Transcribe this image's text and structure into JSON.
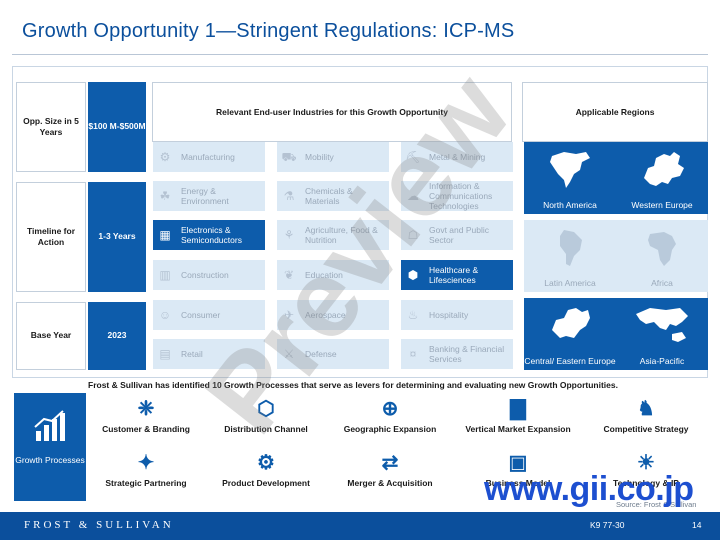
{
  "title": "Growth Opportunity 1—Stringent Regulations: ICP-MS",
  "left_labels": [
    {
      "label": "Opp. Size in 5 Years",
      "value": "$100 M-$500M"
    },
    {
      "label": "Timeline for Action",
      "value": "1-3 Years"
    },
    {
      "label": "Base Year",
      "value": "2023"
    }
  ],
  "industries_header": "Relevant End-user Industries for this Growth Opportunity",
  "regions_header": "Applicable Regions",
  "industries": [
    {
      "label": "Manufacturing",
      "icon": "factory-icon",
      "glyph": "⚙",
      "active": false
    },
    {
      "label": "Mobility",
      "icon": "truck-icon",
      "glyph": "⛟",
      "active": false
    },
    {
      "label": "Metal & Mining",
      "icon": "mining-icon",
      "glyph": "⛏",
      "active": false
    },
    {
      "label": "Energy & Environment",
      "icon": "energy-icon",
      "glyph": "☘",
      "active": false
    },
    {
      "label": "Chemicals & Materials",
      "icon": "flask-icon",
      "glyph": "⚗",
      "active": false
    },
    {
      "label": "Information & Communications Technologies",
      "icon": "network-icon",
      "glyph": "☁",
      "active": false
    },
    {
      "label": "Electronics & Semiconductors",
      "icon": "chip-icon",
      "glyph": "▦",
      "active": true
    },
    {
      "label": "Agriculture, Food & Nutrition",
      "icon": "tractor-icon",
      "glyph": "⚘",
      "active": false
    },
    {
      "label": "Govt and Public Sector",
      "icon": "government-icon",
      "glyph": "☖",
      "active": false
    },
    {
      "label": "Construction",
      "icon": "building-icon",
      "glyph": "▥",
      "active": false
    },
    {
      "label": "Education",
      "icon": "education-icon",
      "glyph": "❦",
      "active": false
    },
    {
      "label": "Healthcare & Lifesciences",
      "icon": "molecule-icon",
      "glyph": "⬢",
      "active": true
    },
    {
      "label": "Consumer",
      "icon": "consumer-icon",
      "glyph": "☺",
      "active": false
    },
    {
      "label": "Aerospace",
      "icon": "airplane-icon",
      "glyph": "✈",
      "active": false
    },
    {
      "label": "Hospitality",
      "icon": "hospitality-icon",
      "glyph": "♨",
      "active": false
    },
    {
      "label": "Retail",
      "icon": "retail-icon",
      "glyph": "▤",
      "active": false
    },
    {
      "label": "Defense",
      "icon": "defense-icon",
      "glyph": "⚔",
      "active": false
    },
    {
      "label": "Banking & Financial Services",
      "icon": "banking-icon",
      "glyph": "¤",
      "active": false
    }
  ],
  "regions": [
    {
      "label": "North America",
      "icon": "north-america-map-icon",
      "active": true
    },
    {
      "label": "Western Europe",
      "icon": "western-europe-map-icon",
      "active": true
    },
    {
      "label": "Latin America",
      "icon": "latin-america-map-icon",
      "active": false
    },
    {
      "label": "Africa",
      "icon": "africa-map-icon",
      "active": false
    },
    {
      "label": "Central/ Eastern Europe",
      "icon": "eastern-europe-map-icon",
      "active": true
    },
    {
      "label": "Asia-Pacific",
      "icon": "asia-pacific-map-icon",
      "active": true
    }
  ],
  "processes_note": "Frost & Sullivan has identified 10 Growth Processes that serve as levers for determining and evaluating new Growth Opportunities.",
  "growth_processes_label": "Growth Processes",
  "processes": [
    {
      "label": "Customer & Branding",
      "icon": "customer-branding-icon",
      "glyph": "❈"
    },
    {
      "label": "Distribution Channel",
      "icon": "distribution-network-icon",
      "glyph": "⬡"
    },
    {
      "label": "Geographic Expansion",
      "icon": "globe-icon",
      "glyph": "⊕"
    },
    {
      "label": "Vertical Market Expansion",
      "icon": "bar-growth-icon",
      "glyph": "▇"
    },
    {
      "label": "Competitive Strategy",
      "icon": "chess-icon",
      "glyph": "♞"
    },
    {
      "label": "Strategic Partnering",
      "icon": "handshake-icon",
      "glyph": "✦"
    },
    {
      "label": "Product Development",
      "icon": "gear-box-icon",
      "glyph": "⚙"
    },
    {
      "label": "Merger & Acquisition",
      "icon": "merger-icon",
      "glyph": "⇄"
    },
    {
      "label": "Business Model",
      "icon": "business-model-icon",
      "glyph": "▣"
    },
    {
      "label": "Technology & IP",
      "icon": "lightbulb-icon",
      "glyph": "☀"
    }
  ],
  "source": "Source: Frost & Sullivan",
  "footer": {
    "brand": "FROST & SULLIVAN",
    "code": "K9 77-30",
    "page": "14"
  },
  "watermark": "Preview",
  "watermark_url": "www.gii.co.jp",
  "colors": {
    "brand_blue": "#0d5cab",
    "inactive": "#dbe9f5",
    "title": "#0b4f9c"
  }
}
